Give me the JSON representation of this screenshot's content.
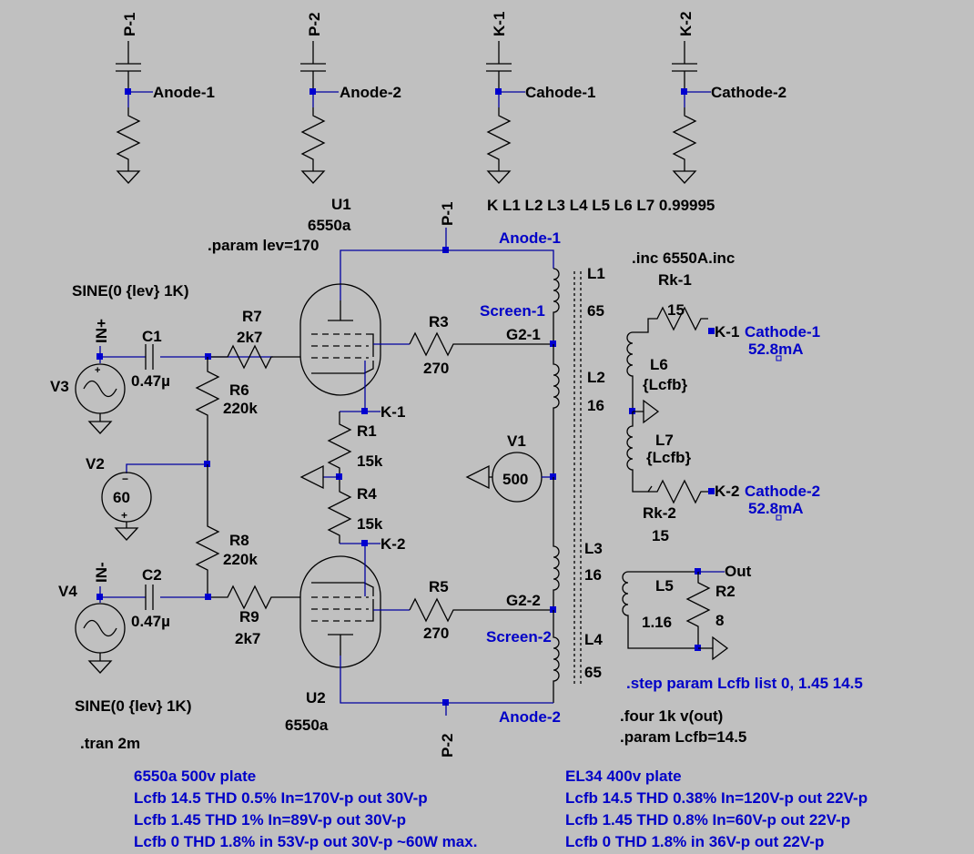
{
  "probes": {
    "p1": {
      "port": "P-1",
      "net": "Anode-1"
    },
    "p2": {
      "port": "P-2",
      "net": "Anode-2"
    },
    "k1": {
      "port": "K-1",
      "net": "Cahode-1"
    },
    "k2": {
      "port": "K-2",
      "net": "Cathode-2"
    }
  },
  "directives": {
    "coupling": "K L1 L2 L3 L4 L5 L6 L7  0.99995",
    "param_lev": ".param lev=170",
    "inc": ".inc 6550A.inc",
    "step": ".step param Lcfb list 0, 1.45 14.5",
    "four": ".four 1k v(out)",
    "param_lcfb": ".param Lcfb=14.5",
    "tran": ".tran 2m"
  },
  "tubes": {
    "u1": {
      "ref": "U1",
      "model": "6550a"
    },
    "u2": {
      "ref": "U2",
      "model": "6550a"
    }
  },
  "sources": {
    "v3": {
      "ref": "V3",
      "value": "SINE(0 {lev} 1K)",
      "net": "IN+"
    },
    "v4": {
      "ref": "V4",
      "value": "SINE(0 {lev} 1K)",
      "net": "IN-"
    },
    "v2": {
      "ref": "V2",
      "value": "60"
    },
    "v1": {
      "ref": "V1",
      "value": "500"
    }
  },
  "components": {
    "c1": {
      "ref": "C1",
      "value": "0.47µ"
    },
    "c2": {
      "ref": "C2",
      "value": "0.47µ"
    },
    "r7": {
      "ref": "R7",
      "value": "2k7"
    },
    "r9": {
      "ref": "R9",
      "value": "2k7"
    },
    "r6": {
      "ref": "R6",
      "value": "220k"
    },
    "r8": {
      "ref": "R8",
      "value": "220k"
    },
    "r3": {
      "ref": "R3",
      "value": "270"
    },
    "r5": {
      "ref": "R5",
      "value": "270"
    },
    "r1": {
      "ref": "R1",
      "value": "15k"
    },
    "r4": {
      "ref": "R4",
      "value": "15k"
    },
    "r2": {
      "ref": "R2",
      "value": "8"
    },
    "rk1": {
      "ref": "Rk-1",
      "value": "15"
    },
    "rk2": {
      "ref": "Rk-2",
      "value": "15"
    },
    "l1": {
      "ref": "L1",
      "value": "65"
    },
    "l2": {
      "ref": "L2",
      "value": "16"
    },
    "l3": {
      "ref": "L3",
      "value": "16"
    },
    "l4": {
      "ref": "L4",
      "value": "65"
    },
    "l5": {
      "ref": "L5",
      "value": "1.16"
    },
    "l6": {
      "ref": "L6",
      "value": "{Lcfb}"
    },
    "l7": {
      "ref": "L7",
      "value": "{Lcfb}"
    }
  },
  "nets": {
    "anode1": "Anode-1",
    "anode2": "Anode-2",
    "screen1": "Screen-1",
    "screen2": "Screen-2",
    "g21": "G2-1",
    "g22": "G2-2",
    "k1": "K-1",
    "k2": "K-2",
    "p1": "P-1",
    "p2": "P-2",
    "out": "Out"
  },
  "readouts": {
    "cath1": {
      "net": "Cathode-1",
      "value": "52.8mA"
    },
    "cath2": {
      "net": "Cathode-2",
      "value": "52.8mA"
    }
  },
  "notes": {
    "left": [
      "6550a 500v plate",
      "Lcfb 14.5 THD 0.5% In=170V-p out 30V-p",
      "Lcfb 1.45 THD 1% In=89V-p out 30V-p",
      "Lcfb 0 THD 1.8% in 53V-p out 30V-p ~60W max."
    ],
    "right": [
      "EL34 400v plate",
      "Lcfb 14.5 THD 0.38% In=120V-p out 22V-p",
      "Lcfb 1.45 THD 0.8% In=60V-p out 22V-p",
      "Lcfb 0 THD 1.8% in 36V-p out 22V-p"
    ]
  },
  "colors": {
    "background": "#c0c0c0",
    "wire": "#0000a0",
    "node": "#0000d0",
    "directive": "#0000c8",
    "component": "#000000"
  }
}
